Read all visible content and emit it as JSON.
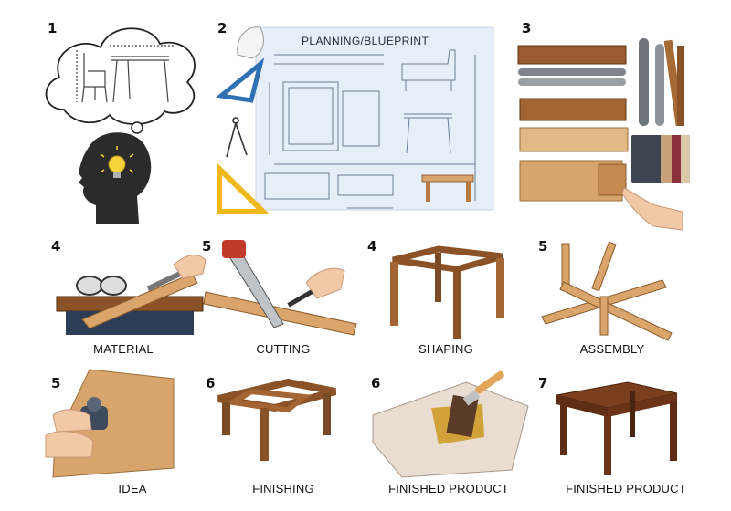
{
  "colors": {
    "wood_light": "#d9a56b",
    "wood_mid": "#b97a42",
    "wood_dark": "#7a4a24",
    "blueprint_bg": "#e6eef7",
    "blueprint_line": "#6c7f96",
    "steel": "#7f858c",
    "skin": "#f2c9a6",
    "bulb": "#f7d33a"
  },
  "top_row": {
    "idea": {
      "number": "1"
    },
    "planning": {
      "number": "2",
      "title": "PLANNING/BLUEPRINT"
    },
    "materials": {
      "number": "3"
    }
  },
  "steps": [
    {
      "number": "4",
      "label": "MATERIAL"
    },
    {
      "number": "5",
      "label": "CUTTING"
    },
    {
      "number": "4",
      "label": "SHAPING"
    },
    {
      "number": "5",
      "label": "ASSEMBLY"
    },
    {
      "number": "5",
      "label": "IDEA"
    },
    {
      "number": "6",
      "label": "FINISHING"
    },
    {
      "number": "6",
      "label": "FINISHED PRODUCT"
    },
    {
      "number": "7",
      "label": "FINISHED PRODUCT"
    }
  ]
}
